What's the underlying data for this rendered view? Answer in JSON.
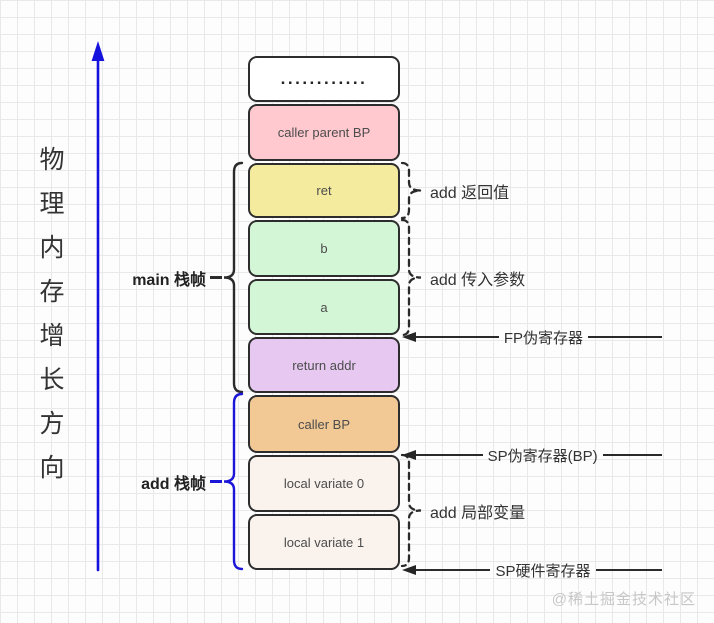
{
  "axis": {
    "label": "物理内存增长方向",
    "arrow_color": "#1512dd"
  },
  "stack_boxes": [
    {
      "label": "............",
      "fill": "#ffffff"
    },
    {
      "label": "caller parent BP",
      "fill": "#ffc9cf"
    },
    {
      "label": "ret",
      "fill": "#f4eb9f"
    },
    {
      "label": "b",
      "fill": "#d2f6d6"
    },
    {
      "label": "a",
      "fill": "#d2f6d6"
    },
    {
      "label": "return addr",
      "fill": "#e6c8f1"
    },
    {
      "label": "caller BP",
      "fill": "#f2c995"
    },
    {
      "label": "local variate 0",
      "fill": "#f9f2ed"
    },
    {
      "label": "local variate 1",
      "fill": "#f9f2ed"
    }
  ],
  "frame_braces": [
    {
      "label": "main 栈帧",
      "color": "#2b2b2b"
    },
    {
      "label": "add 栈帧",
      "color": "#1b16d8"
    }
  ],
  "annotations": [
    {
      "label": "add 返回值"
    },
    {
      "label": "add 传入参数"
    },
    {
      "label": "add 局部变量"
    }
  ],
  "register_pointers": [
    {
      "label": "FP伪寄存器"
    },
    {
      "label": "SP伪寄存器(BP)"
    },
    {
      "label": "SP硬件寄存器"
    }
  ],
  "line_color": "#2a2a2a",
  "watermark": "@稀土掘金技术社区"
}
